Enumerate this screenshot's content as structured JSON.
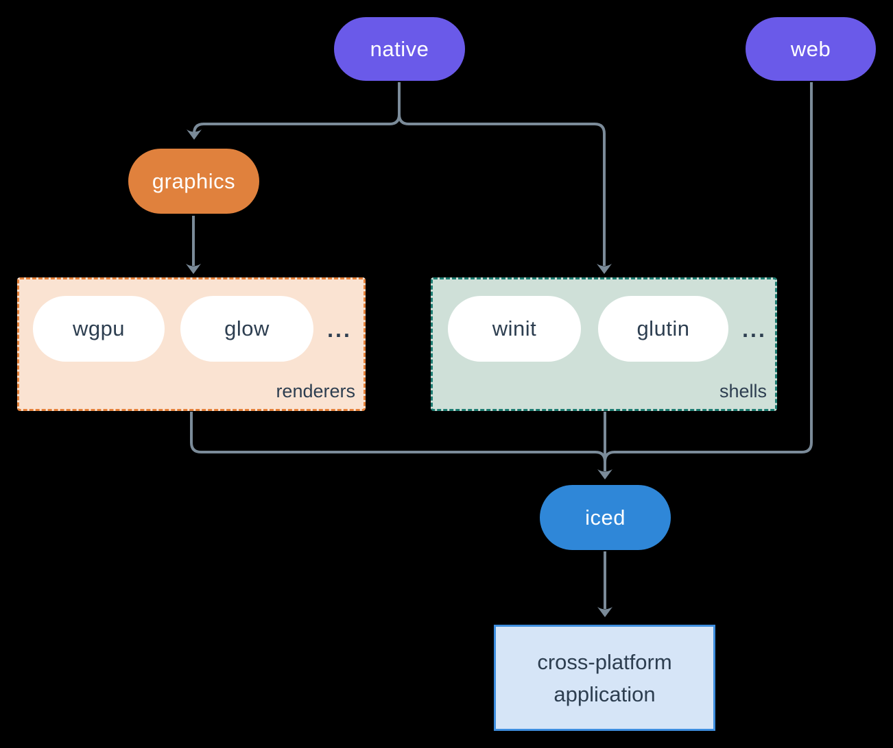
{
  "diagram": {
    "background": "#000000",
    "connector_color": "#7b8b99"
  },
  "nodes": {
    "native": {
      "label": "native",
      "fill": "#6a5ae9",
      "text_color": "#ffffff"
    },
    "web": {
      "label": "web",
      "fill": "#6a5ae9",
      "text_color": "#ffffff"
    },
    "graphics": {
      "label": "graphics",
      "fill": "#e0813d",
      "text_color": "#ffffff"
    },
    "iced": {
      "label": "iced",
      "fill": "#2f87d8",
      "text_color": "#ffffff"
    },
    "wgpu": {
      "label": "wgpu",
      "fill": "#ffffff",
      "text_color": "#2d3e50"
    },
    "glow": {
      "label": "glow",
      "fill": "#ffffff",
      "text_color": "#2d3e50"
    },
    "winit": {
      "label": "winit",
      "fill": "#ffffff",
      "text_color": "#2d3e50"
    },
    "glutin": {
      "label": "glutin",
      "fill": "#ffffff",
      "text_color": "#2d3e50"
    }
  },
  "groups": {
    "renderers": {
      "label": "renderers",
      "ellipsis": "...",
      "fill": "#fae3d2",
      "border": "#e5813a"
    },
    "shells": {
      "label": "shells",
      "ellipsis": "...",
      "fill": "#cfe0d8",
      "border": "#1e7d72"
    }
  },
  "application": {
    "line1": "cross-platform",
    "line2": "application",
    "fill": "#d6e5f7",
    "border": "#3e8ede",
    "text_color": "#2d3e50"
  }
}
